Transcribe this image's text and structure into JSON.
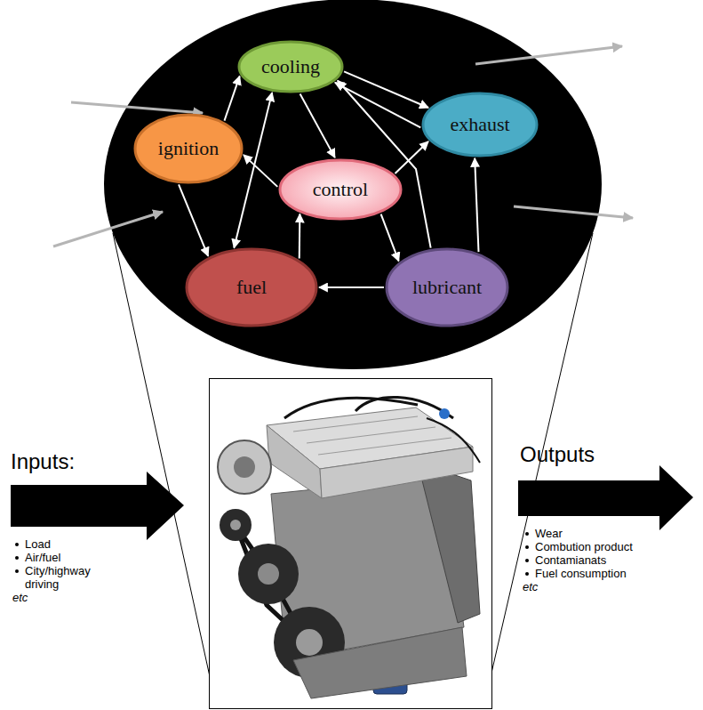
{
  "diagram": {
    "nodes": [
      {
        "text": [
          "cooling"
        ]
      },
      {
        "text": [
          "ignition"
        ]
      },
      {
        "text": [
          "exhaust"
        ]
      },
      {
        "text": [
          "control"
        ]
      },
      {
        "text": [
          "fuel"
        ]
      },
      {
        "text": [
          "lubricant"
        ]
      }
    ],
    "edges": [
      {
        "from": 1,
        "to": 0,
        "arrow": "to"
      },
      {
        "from": 1,
        "to": 4,
        "arrow": "to"
      },
      {
        "from": 0,
        "to": 2,
        "arrow": "to"
      },
      {
        "from": 2,
        "to": 0,
        "arrow": "to"
      },
      {
        "from": 0,
        "to": 3,
        "arrow": "to"
      },
      {
        "from": 0,
        "to": 4,
        "arrow": "both"
      },
      {
        "from": 3,
        "to": 1,
        "arrow": "to"
      },
      {
        "from": 3,
        "to": 2,
        "arrow": "to"
      },
      {
        "from": 3,
        "to": 5,
        "arrow": "to"
      },
      {
        "from": 4,
        "to": 3,
        "arrow": "to"
      },
      {
        "from": 5,
        "to": 4,
        "arrow": "to"
      },
      {
        "from": 5,
        "to": 2,
        "arrow": "to"
      },
      {
        "from": 5,
        "to": 0,
        "arrow": "to"
      }
    ],
    "labels": [
      "Inputs:",
      "Load",
      "Air/fuel",
      "City/highway driving",
      "etc",
      "Outputs",
      "Wear",
      "Combution product",
      "Contamianats",
      "Fuel consumption",
      "etc"
    ]
  }
}
